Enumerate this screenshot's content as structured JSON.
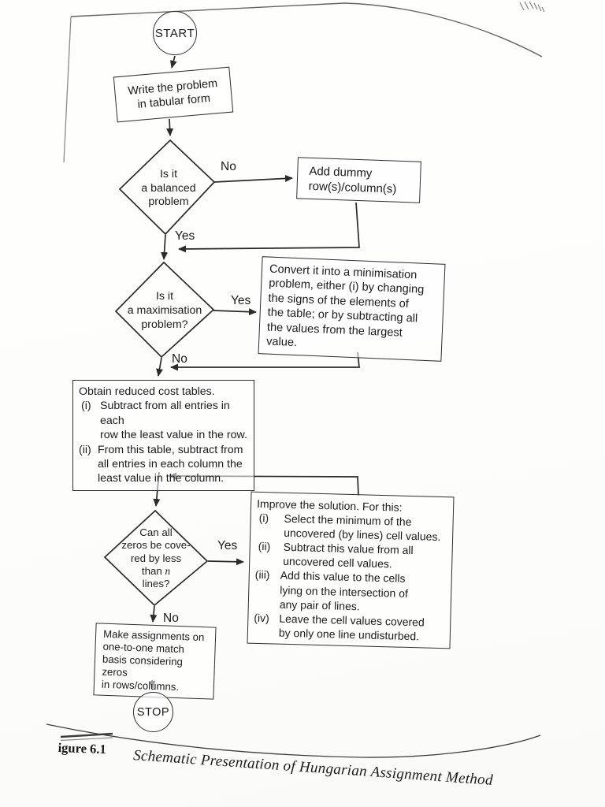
{
  "flowchart": {
    "start": "START",
    "stop": "STOP",
    "write_box": "Write the problem\nin tabular form",
    "balanced_diamond": "Is it\na balanced\nproblem",
    "dummy_box": "Add dummy\nrow(s)/column(s)",
    "max_diamond": "Is it\na maximisation\nproblem?",
    "convert_box": "Convert it into a minimisation\nproblem, either (i) by changing\nthe signs of the elements of\nthe table; or by subtracting all\nthe values from the largest\nvalue.",
    "reduce_box": {
      "intro": "Obtain reduced cost tables.",
      "items": [
        {
          "marker": "(i)",
          "text": "Subtract from all entries in each\nrow the least value in the row."
        },
        {
          "marker": "(ii)",
          "text": "From this table, subtract from\nall entries in each column the\nleast value in the column."
        }
      ]
    },
    "cover_diamond": {
      "line1": "Can all",
      "line2": "zeros be cove-",
      "line3": "red by less",
      "line4_pre": "than ",
      "line4_var": "n",
      "line5": "lines?"
    },
    "improve_box": {
      "intro": "Improve the solution. For this:",
      "items": [
        {
          "marker": "(i)",
          "text": "Select the minimum of the\nuncovered (by lines) cell values."
        },
        {
          "marker": "(ii)",
          "text": "Subtract this value from all\nuncovered cell values."
        },
        {
          "marker": "(iii)",
          "text": "Add this value to the cells\nlying on the intersection of\nany pair of lines."
        },
        {
          "marker": "(iv)",
          "text": "Leave the cell values covered\nby only one line undisturbed."
        }
      ]
    },
    "assign_box": "Make assignments on\none-to-one match\nbasis considering zeros\nin rows/columns.",
    "edge_labels": {
      "balanced_no": "No",
      "balanced_yes": "Yes",
      "max_yes": "Yes",
      "max_no": "No",
      "cover_yes": "Yes",
      "cover_no": "No"
    }
  },
  "caption": {
    "figure_label": "igure 6.1",
    "title": "Schematic Presentation of Hungarian Assignment Method"
  },
  "colors": {
    "ink": "#2b2b2b",
    "paper": "#fdfdfb"
  }
}
